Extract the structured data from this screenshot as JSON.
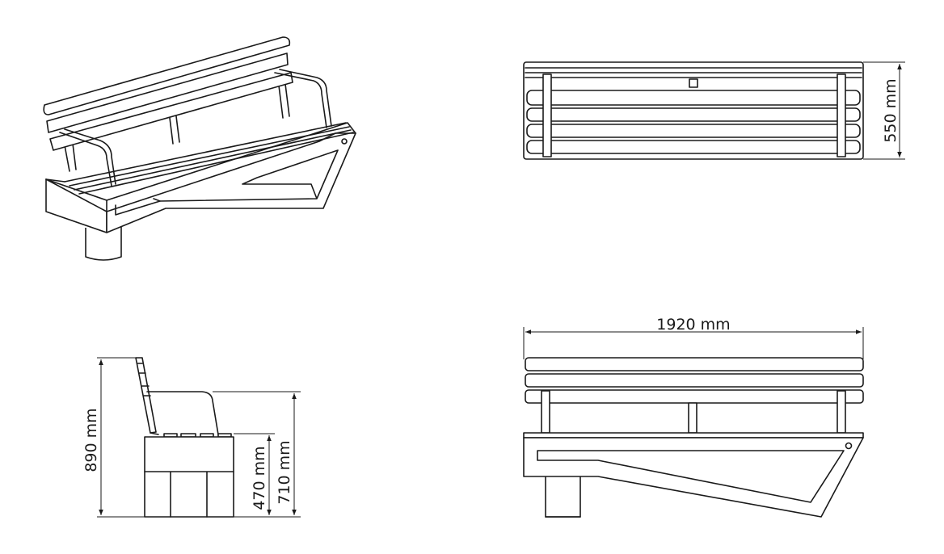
{
  "dimensions": {
    "width": "1920 mm",
    "depth": "550 mm",
    "total_height": "890 mm",
    "seat_height": "470 mm",
    "armrest_height": "710 mm"
  },
  "colors": {
    "line": "#1a1a1a",
    "background": "#ffffff"
  }
}
